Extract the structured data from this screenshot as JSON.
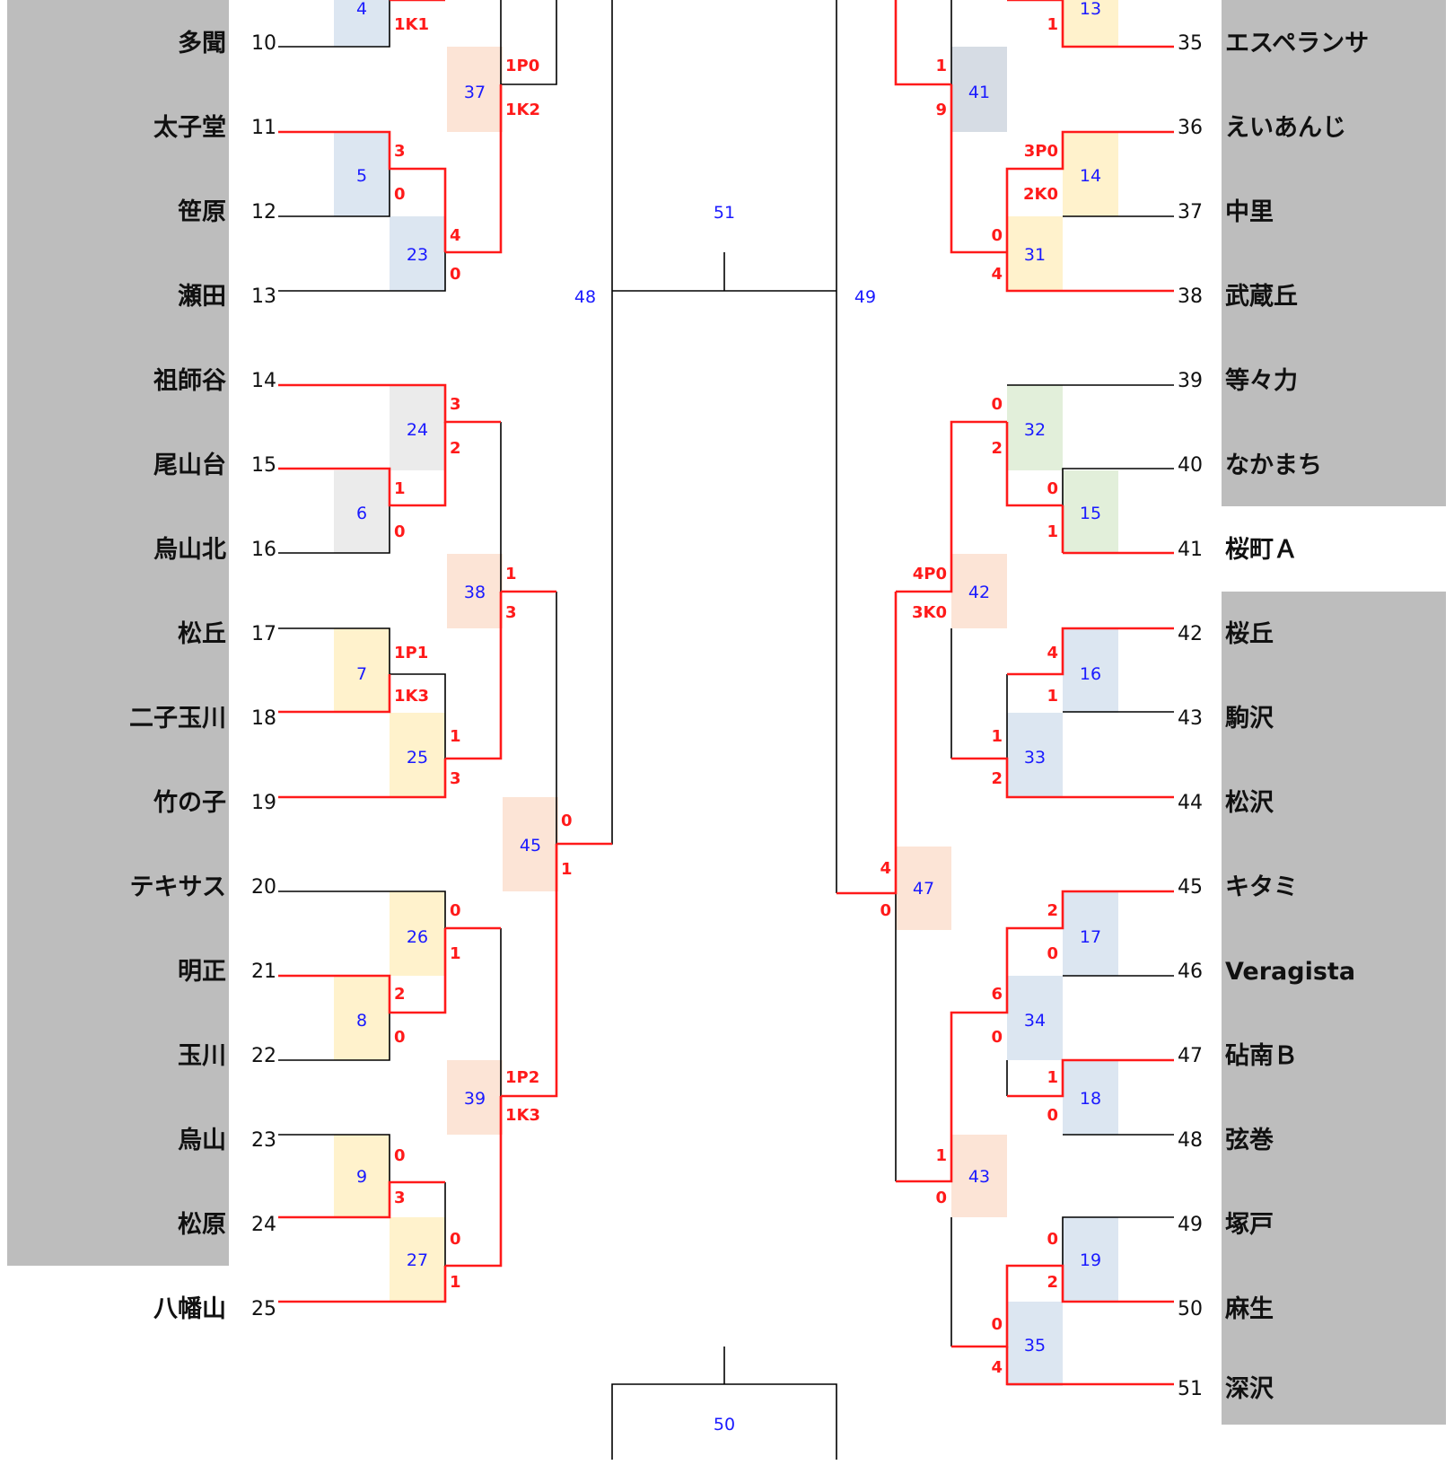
{
  "colors": {
    "win_line": "#ff1a1a",
    "line": "#000000",
    "match_number": "#1a1aff",
    "block": "#bdbdbd",
    "box_blue": "#dce6f1",
    "box_grey": "#ebebeb",
    "box_yellow": "#fff2cc",
    "box_pink": "#fce4d6",
    "box_green": "#e2efda",
    "box_slate": "#d6dce4"
  },
  "left_teams": [
    {
      "seed": "10",
      "name": "多聞"
    },
    {
      "seed": "11",
      "name": "太子堂"
    },
    {
      "seed": "12",
      "name": "笹原"
    },
    {
      "seed": "13",
      "name": "瀬田"
    },
    {
      "seed": "14",
      "name": "祖師谷"
    },
    {
      "seed": "15",
      "name": "尾山台"
    },
    {
      "seed": "16",
      "name": "烏山北"
    },
    {
      "seed": "17",
      "name": "松丘"
    },
    {
      "seed": "18",
      "name": "二子玉川"
    },
    {
      "seed": "19",
      "name": "竹の子"
    },
    {
      "seed": "20",
      "name": "テキサス"
    },
    {
      "seed": "21",
      "name": "明正"
    },
    {
      "seed": "22",
      "name": "玉川"
    },
    {
      "seed": "23",
      "name": "烏山"
    },
    {
      "seed": "24",
      "name": "松原"
    },
    {
      "seed": "25",
      "name": "八幡山"
    }
  ],
  "right_teams": [
    {
      "seed": "35",
      "name": "エスペランサ"
    },
    {
      "seed": "36",
      "name": "えいあんじ"
    },
    {
      "seed": "37",
      "name": "中里"
    },
    {
      "seed": "38",
      "name": "武蔵丘"
    },
    {
      "seed": "39",
      "name": "等々力"
    },
    {
      "seed": "40",
      "name": "なかまち"
    },
    {
      "seed": "41",
      "name": "桜町Ａ"
    },
    {
      "seed": "42",
      "name": "桜丘"
    },
    {
      "seed": "43",
      "name": "駒沢"
    },
    {
      "seed": "44",
      "name": "松沢"
    },
    {
      "seed": "45",
      "name": "キタミ"
    },
    {
      "seed": "46",
      "name": "Veragista"
    },
    {
      "seed": "47",
      "name": "砧南Ｂ"
    },
    {
      "seed": "48",
      "name": "弦巻"
    },
    {
      "seed": "49",
      "name": "塚戸"
    },
    {
      "seed": "50",
      "name": "麻生"
    },
    {
      "seed": "51",
      "name": "深沢"
    }
  ],
  "match_numbers": {
    "m4": "4",
    "m13": "13",
    "m5": "5",
    "m23": "23",
    "m37": "37",
    "m41": "41",
    "m14": "14",
    "m31": "31",
    "m24": "24",
    "m6": "6",
    "m38": "38",
    "m7": "7",
    "m25": "25",
    "m45": "45",
    "m26": "26",
    "m8": "8",
    "m39": "39",
    "m9": "9",
    "m27": "27",
    "m32": "32",
    "m15": "15",
    "m42": "42",
    "m16": "16",
    "m33": "33",
    "m47": "47",
    "m17": "17",
    "m34": "34",
    "m18": "18",
    "m43": "43",
    "m19": "19",
    "m35": "35",
    "m48": "48",
    "m49": "49",
    "m50": "50",
    "m51": "51"
  },
  "scores": {
    "m4_b": "1K1",
    "m37_t": "1P0",
    "m37_b": "1K2",
    "m5_t": "3",
    "m5_b": "0",
    "m23_t": "4",
    "m23_b": "0",
    "m24_t": "3",
    "m24_b": "2",
    "m6_t": "1",
    "m6_b": "0",
    "m38_t": "1",
    "m38_b": "3",
    "m7_t": "1P1",
    "m7_b": "1K3",
    "m25_t": "1",
    "m25_b": "3",
    "m45_t": "0",
    "m45_b": "1",
    "m26_t": "0",
    "m26_b": "1",
    "m8_t": "2",
    "m8_b": "0",
    "m39_t": "1P2",
    "m39_b": "1K3",
    "m9_t": "0",
    "m9_b": "3",
    "m27_t": "0",
    "m27_b": "1",
    "m13_b": "1",
    "m41_t": "1",
    "m41_b": "9",
    "m14_t": "3P0",
    "m14_b": "2K0",
    "m31_t": "0",
    "m31_b": "4",
    "m32_t": "0",
    "m32_b": "2",
    "m15_t": "0",
    "m15_b": "1",
    "m42_t": "4P0",
    "m42_b": "3K0",
    "m16_t": "4",
    "m16_b": "1",
    "m33_t": "1",
    "m33_b": "2",
    "m47_t": "4",
    "m47_b": "0",
    "m17_t": "2",
    "m17_b": "0",
    "m34_t": "6",
    "m34_b": "0",
    "m18_t": "1",
    "m18_b": "0",
    "m43_t": "1",
    "m43_b": "0",
    "m19_t": "0",
    "m19_b": "2",
    "m35_t": "0",
    "m35_b": "4"
  }
}
